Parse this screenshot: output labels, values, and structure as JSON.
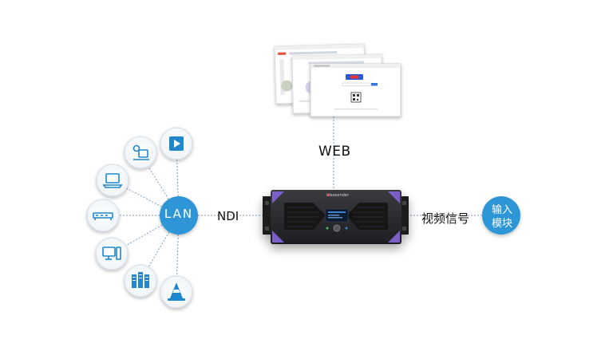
{
  "labels": {
    "web": "WEB",
    "ndi": "NDI",
    "video_signal": "视频信号",
    "lan": "LAN",
    "input_module_line1": "输入",
    "input_module_line2": "模块"
  },
  "device": {
    "brand": "ideasender"
  },
  "colors": {
    "hub_blue": "#2f96d6",
    "icon_blue": "#1f88cc",
    "device_body": "#2a2a2e",
    "accent_purple": "#7a5fc9",
    "dashed_line": "#7f9fc0"
  },
  "endpoint_icons": [
    "webcam-icon",
    "play-icon",
    "laptop-icon",
    "network-switch-icon",
    "desktop-computer-icon",
    "server-rack-icon",
    "vlc-cone-icon"
  ]
}
